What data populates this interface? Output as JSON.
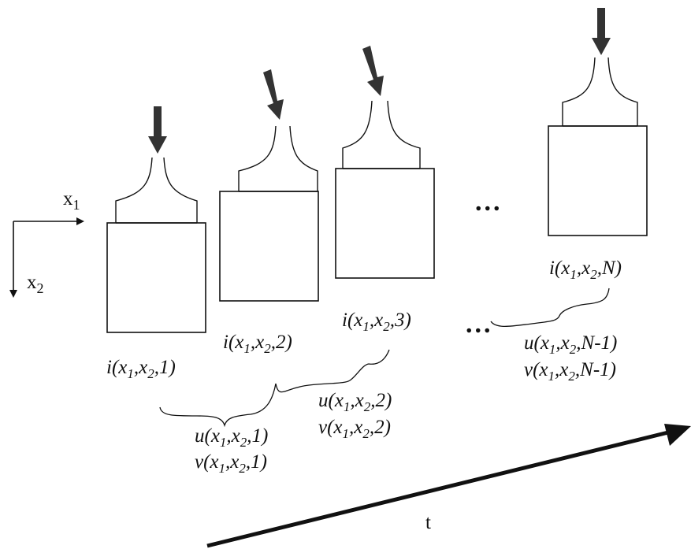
{
  "axes": {
    "x1_label": "x",
    "x1_sub": "1",
    "x2_label": "x",
    "x2_sub": "2"
  },
  "time_label": "t",
  "ellipsis": "...",
  "frames": [
    {
      "id": "1",
      "label": {
        "pre": "i(x",
        "s1": "1",
        "mid": ",x",
        "s2": "2",
        "post": ",1)"
      }
    },
    {
      "id": "2",
      "label": {
        "pre": "i(x",
        "s1": "1",
        "mid": ",x",
        "s2": "2",
        "post": ",2)"
      }
    },
    {
      "id": "3",
      "label": {
        "pre": "i(x",
        "s1": "1",
        "mid": ",x",
        "s2": "2",
        "post": ",3)"
      }
    },
    {
      "id": "N",
      "label": {
        "pre": "i(x",
        "s1": "1",
        "mid": ",x",
        "s2": "2",
        "post": ",N)"
      }
    }
  ],
  "flows": [
    {
      "u": {
        "pre": "u(x",
        "s1": "1",
        "mid": ",x",
        "s2": "2",
        "post": ",1)"
      },
      "v": {
        "pre": "v(x",
        "s1": "1",
        "mid": ",x",
        "s2": "2",
        "post": ",1)"
      }
    },
    {
      "u": {
        "pre": "u(x",
        "s1": "1",
        "mid": ",x",
        "s2": "2",
        "post": ",2)"
      },
      "v": {
        "pre": "v(x",
        "s1": "1",
        "mid": ",x",
        "s2": "2",
        "post": ",2)"
      }
    },
    {
      "u": {
        "pre": "u(x",
        "s1": "1",
        "mid": ",x",
        "s2": "2",
        "post": ",N-1)"
      },
      "v": {
        "pre": "v(x",
        "s1": "1",
        "mid": ",x",
        "s2": "2",
        "post": ",N-1)"
      }
    }
  ]
}
